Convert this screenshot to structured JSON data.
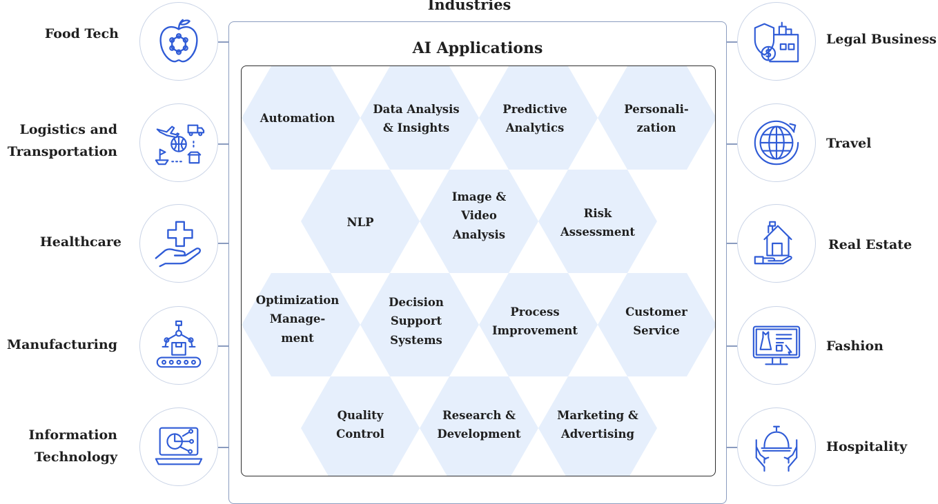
{
  "diagram": {
    "title": "Industries",
    "panel_title": "AI Applications",
    "applications": [
      "Automation",
      "Data Analysis\n& Insights",
      "Predictive\nAnalytics",
      "Personali-\nzation",
      "NLP",
      "Image &\nVideo\nAnalysis",
      "Risk\nAssessment",
      "Optimization\nManage-\nment",
      "Decision\nSupport\nSystems",
      "Process\nImprovement",
      "Customer\nService",
      "Quality\nControl",
      "Research &\nDevelopment",
      "Marketing &\nAdvertising"
    ],
    "left_industries": [
      {
        "label": "Food Tech",
        "icon": "apple-molecule-icon"
      },
      {
        "label": "Logistics and\nTransportation",
        "icon": "logistics-globe-icon"
      },
      {
        "label": "Healthcare",
        "icon": "hand-medical-cross-icon"
      },
      {
        "label": "Manufacturing",
        "icon": "robot-arm-conveyor-icon"
      },
      {
        "label": "Information\nTechnology",
        "icon": "laptop-chart-icon"
      }
    ],
    "right_industries": [
      {
        "label": "Legal Business",
        "icon": "shield-building-dollar-icon"
      },
      {
        "label": "Travel",
        "icon": "globe-rotate-icon"
      },
      {
        "label": "Real Estate",
        "icon": "house-hand-icon"
      },
      {
        "label": "Fashion",
        "icon": "monitor-dress-icon"
      },
      {
        "label": "Hospitality",
        "icon": "service-bell-hands-icon"
      }
    ],
    "colors": {
      "accent": "#2f5bd6",
      "hex_fill": "#e6effc",
      "outer_border": "#8a9bbf",
      "circle_border": "#c9d3e6"
    }
  }
}
